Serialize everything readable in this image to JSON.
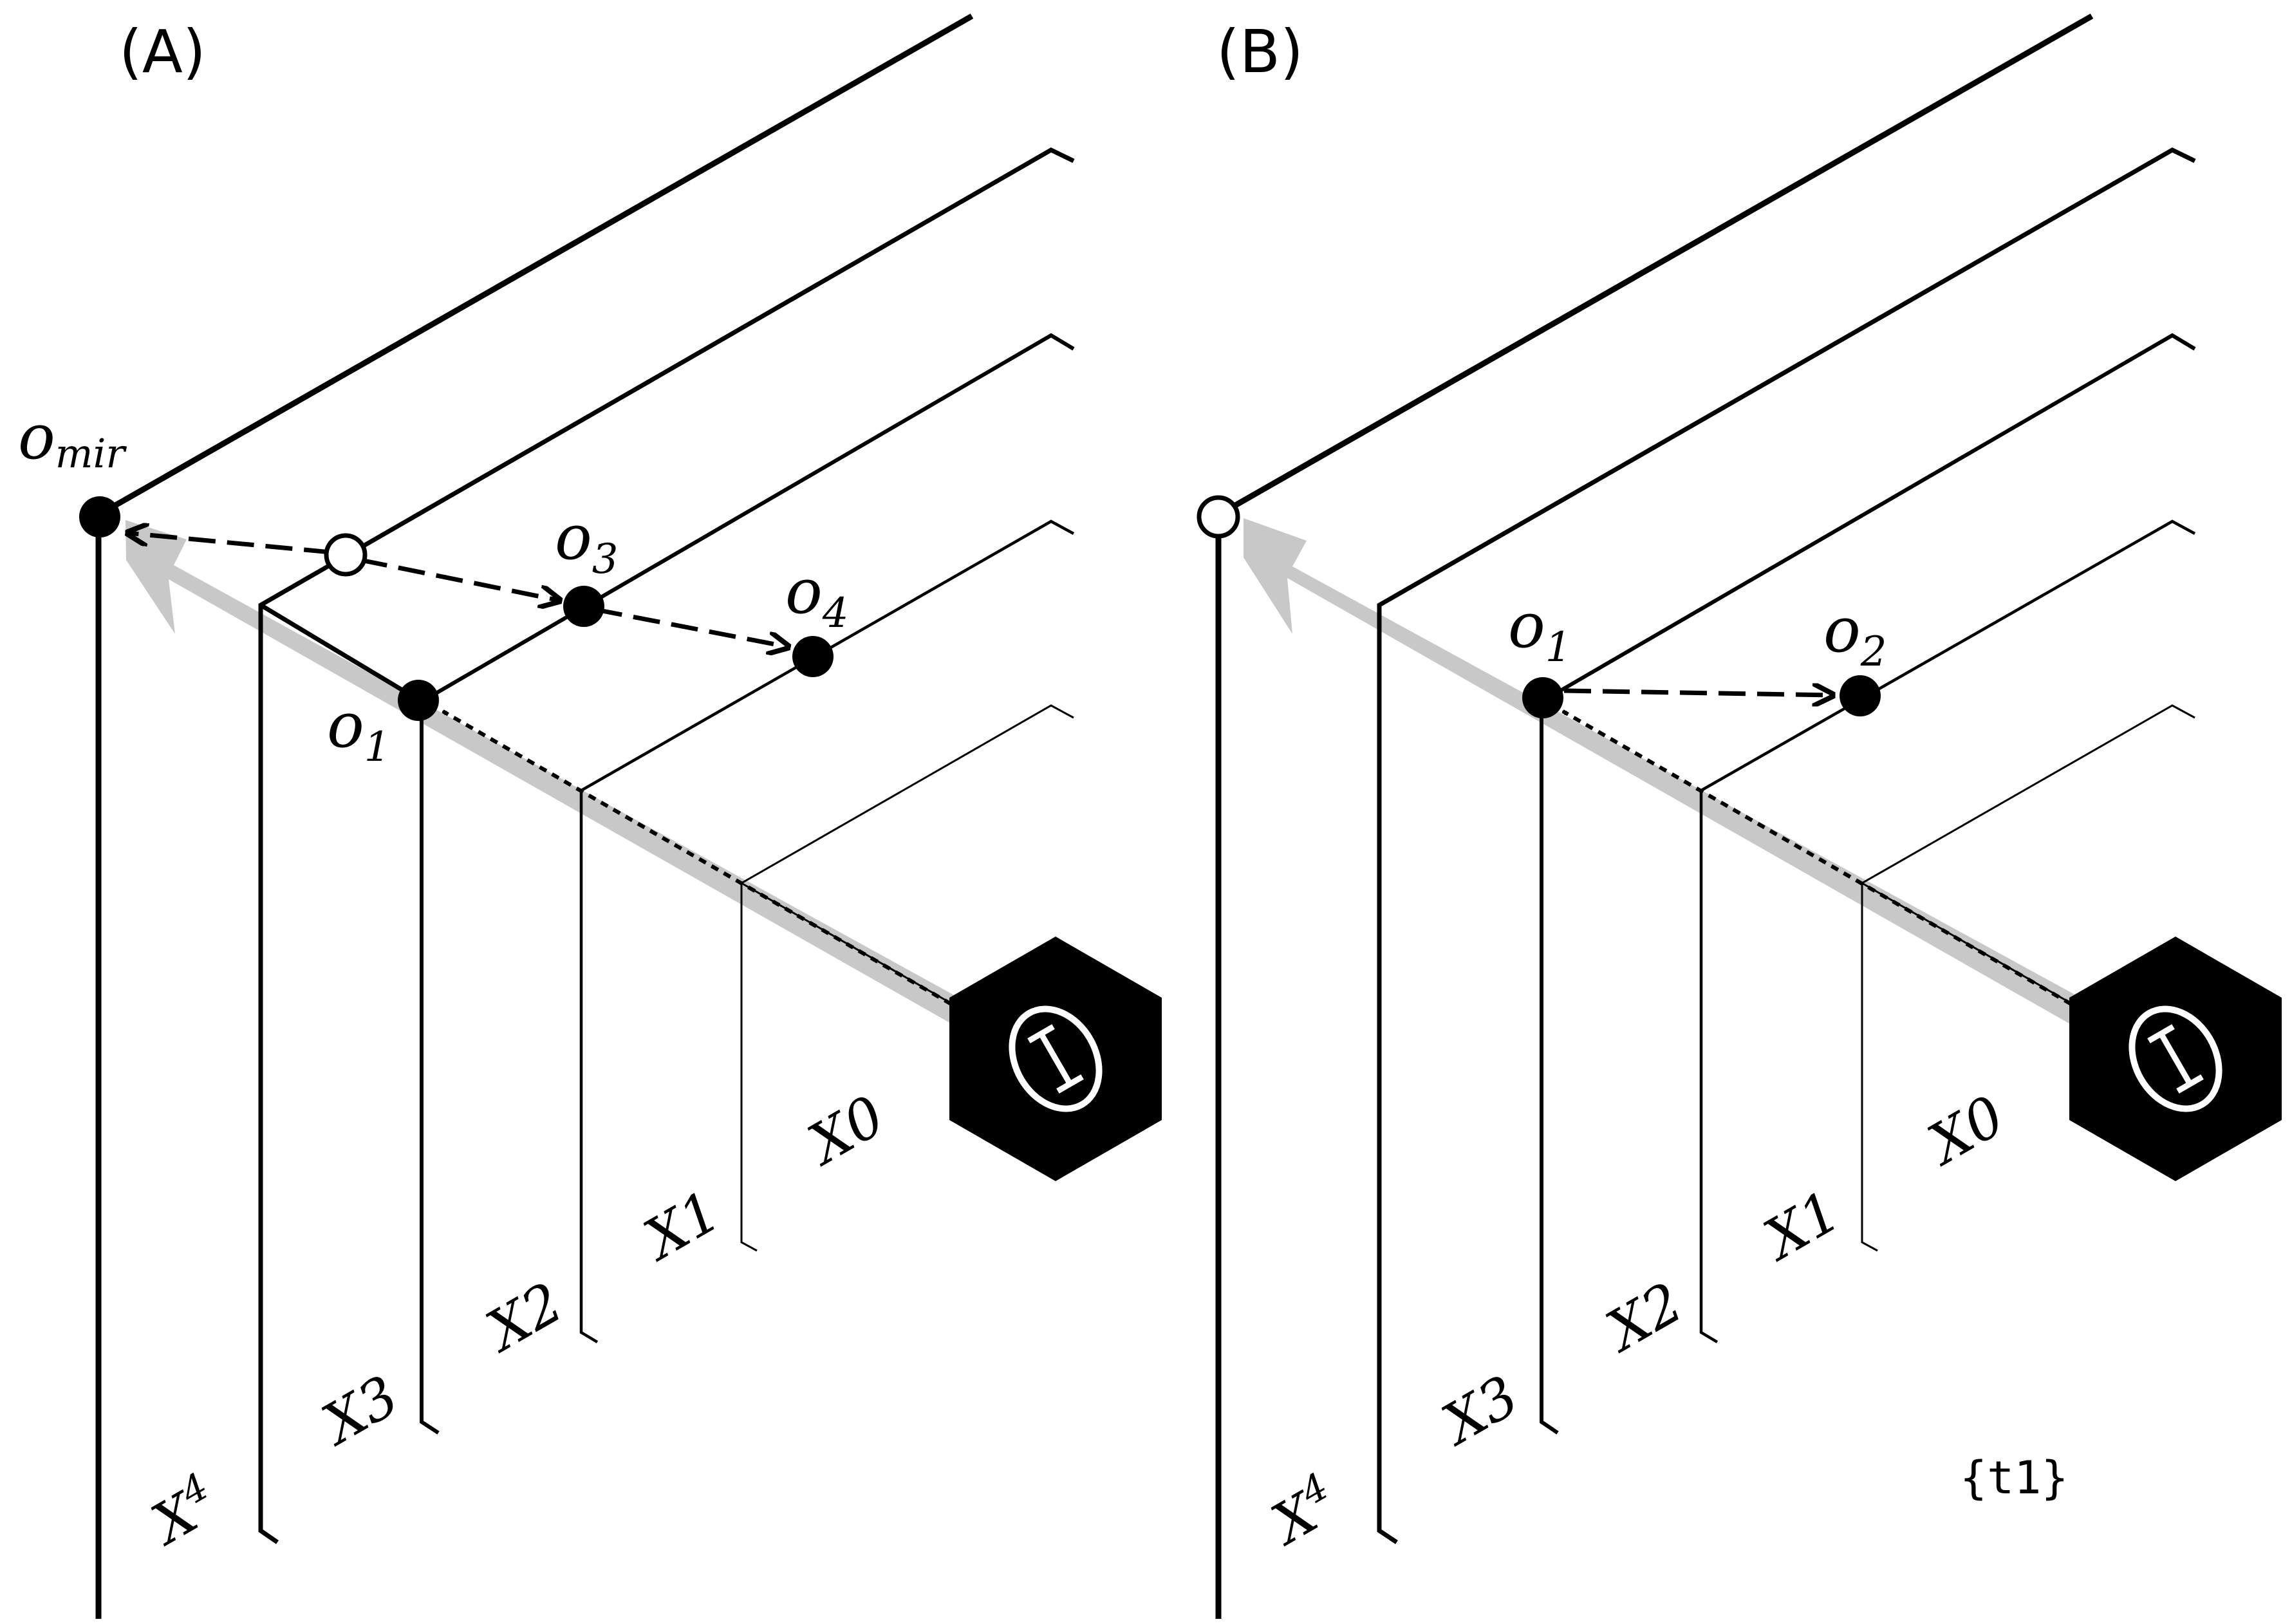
{
  "panels": [
    {
      "label": "(A)",
      "axis_labels": [
        "X0",
        "X1",
        "X2",
        "X3",
        "X4"
      ],
      "origin_label": "Θ",
      "node_labels": [
        {
          "base": "o",
          "sub": "mir"
        },
        {
          "base": "o",
          "sub": "1"
        },
        {
          "base": "o",
          "sub": "3"
        },
        {
          "base": "o",
          "sub": "4"
        }
      ],
      "hollow_nodes": 1
    },
    {
      "label": "(B)",
      "axis_labels": [
        "X0",
        "X1",
        "X2",
        "X3",
        "X4"
      ],
      "origin_label": "Θ",
      "node_labels": [
        {
          "base": "o",
          "sub": "1"
        },
        {
          "base": "o",
          "sub": "2"
        }
      ],
      "hollow_nodes": 1,
      "footnote": "{t1}"
    }
  ],
  "colors": {
    "line": "#000000",
    "highlight": "#c8c8c8",
    "background": "#ffffff"
  }
}
